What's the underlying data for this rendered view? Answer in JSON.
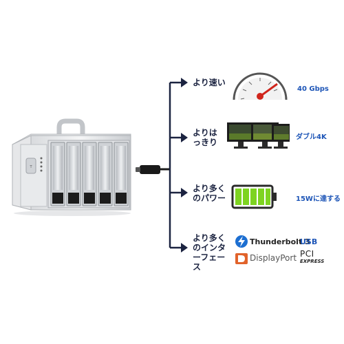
{
  "features": [
    {
      "label_lines": [
        "より速い"
      ],
      "value": "40 Gbps",
      "value_color": "#1d55b7",
      "icon": "speedometer-icon"
    },
    {
      "label_lines": [
        "よりは",
        "っきり"
      ],
      "value": "ダブル4K",
      "value_color": "#1d55b7",
      "icon": "monitors-icon"
    },
    {
      "label_lines": [
        "より多く",
        "のパワー"
      ],
      "value": "15Wに達する",
      "value_color": "#1d55b7",
      "icon": "battery-icon"
    },
    {
      "label_lines": [
        "より多く",
        "のインタ",
        "ーフェー",
        "ス"
      ],
      "icon": "interfaces-icon"
    }
  ],
  "interfaces": {
    "thunderbolt": "Thunderbolt 3",
    "displayport": "DisplayPort",
    "usb": "USB",
    "pci": "PCI",
    "pci_sub": "EXPRESS"
  },
  "colors": {
    "accent": "#1b2340",
    "value_blue": "#1d55b7",
    "battery_green": "#7ed321",
    "gauge_red": "#d0251c",
    "thunderbolt_blue": "#1d6fd1",
    "dp_orange": "#e1632b"
  }
}
